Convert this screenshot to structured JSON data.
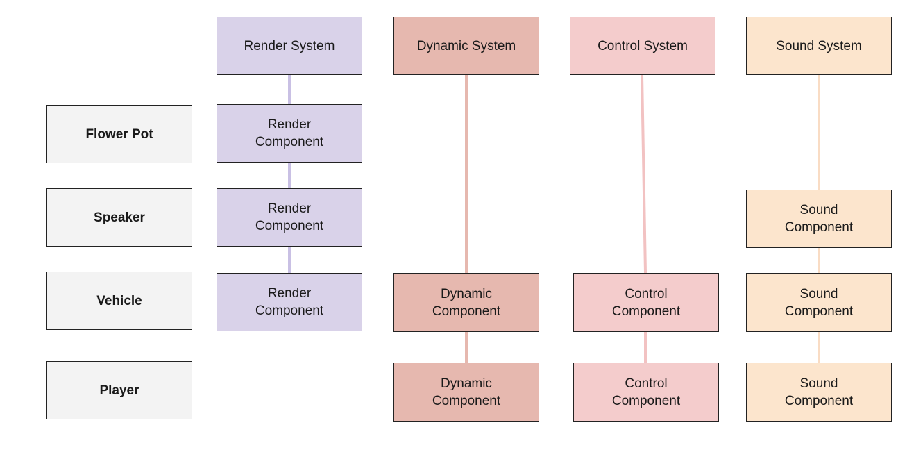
{
  "colors": {
    "entity_fill": "#f3f3f3",
    "render_fill": "#d9d2e9",
    "render_line": "#c9c0e4",
    "dynamic_fill": "#e6b8af",
    "dynamic_line": "#e6b8af",
    "control_fill": "#f4cccc",
    "control_line": "#f2c2c2",
    "sound_fill": "#fce5cd",
    "sound_line": "#f9dcc4",
    "border": "#222222"
  },
  "systems": {
    "render": "Render System",
    "dynamic": "Dynamic System",
    "control": "Control System",
    "sound": "Sound System"
  },
  "entities": {
    "flower_pot": "Flower Pot",
    "speaker": "Speaker",
    "vehicle": "Vehicle",
    "player": "Player"
  },
  "components": {
    "render": "Render\nComponent",
    "dynamic": "Dynamic\nComponent",
    "control": "Control\nComponent",
    "sound": "Sound\nComponent"
  }
}
